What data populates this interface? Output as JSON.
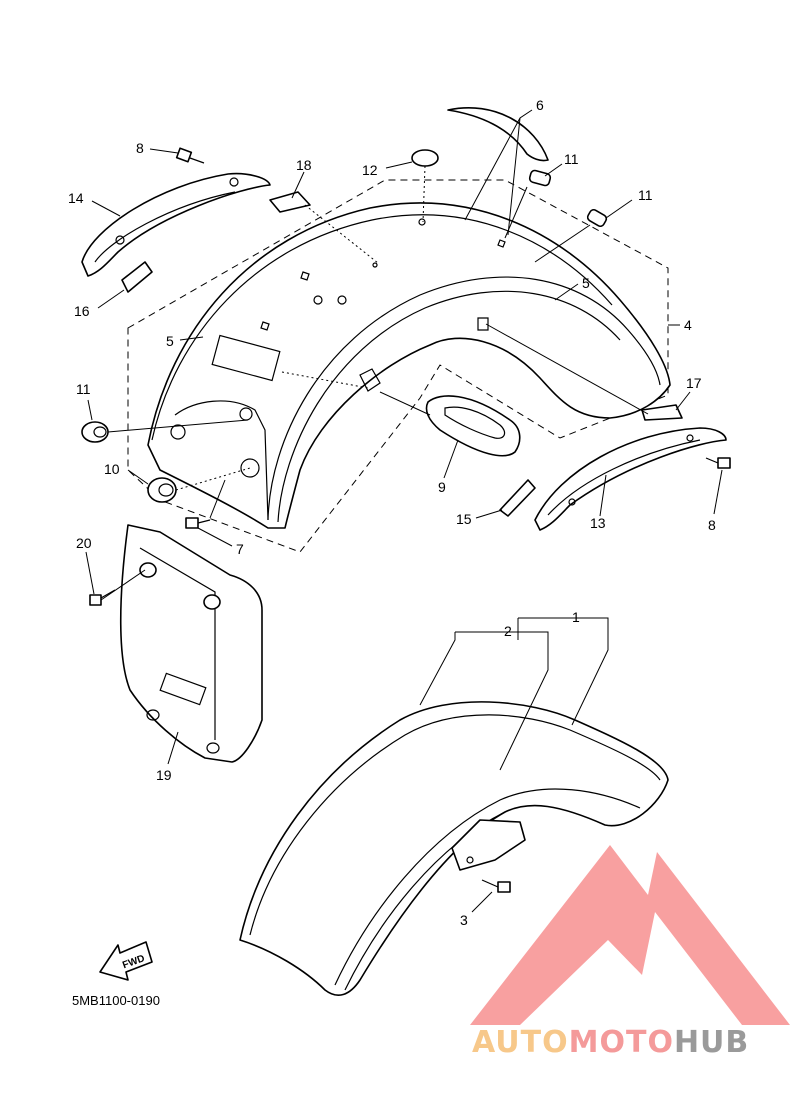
{
  "diagram": {
    "reference_code": "5MB1100-0190",
    "direction_label": "FWD",
    "callouts": {
      "c1": "1",
      "c2": "2",
      "c3": "3",
      "c4": "4",
      "c5a": "5",
      "c5b": "5",
      "c6": "6",
      "c7": "7",
      "c8a": "8",
      "c8b": "8",
      "c9": "9",
      "c10": "10",
      "c11a": "11",
      "c11b": "11",
      "c11c": "11",
      "c12": "12",
      "c13": "13",
      "c14": "14",
      "c15": "15",
      "c16": "16",
      "c17": "17",
      "c18": "18",
      "c19": "19",
      "c20": "20"
    }
  },
  "watermark": {
    "part1": "AUTO",
    "part2": "MOTO",
    "part3": "HUB",
    "colors": {
      "auto": "#f7c88a",
      "moto": "#f49a9a",
      "hub": "#9a9a9a",
      "logo": "#f8a0a0"
    }
  }
}
